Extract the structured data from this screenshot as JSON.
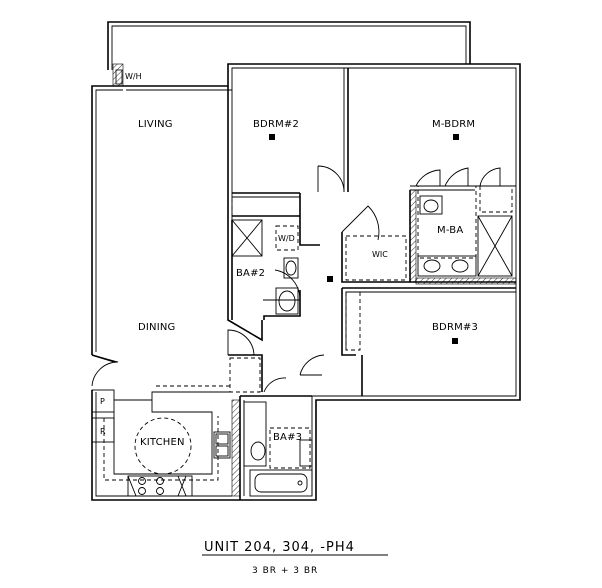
{
  "rooms": {
    "living": "LIVING",
    "dining": "DINING",
    "kitchen": "KITCHEN",
    "bedroom2": "BDRM#2",
    "master_bedroom": "M-BDRM",
    "master_bath": "M-BA",
    "walk_in_closet": "WIC",
    "bath2": "BA#2",
    "bath3": "BA#3",
    "bedroom3": "BDRM#3",
    "washer_dryer": "W/D",
    "water_heater": "W/H",
    "pantry": "P",
    "refrigerator": "R"
  },
  "title": "UNIT 204, 304, -PH4",
  "subtitle": "3 BR + 3 BR",
  "colors": {
    "line": "#000000",
    "background": "#ffffff"
  }
}
